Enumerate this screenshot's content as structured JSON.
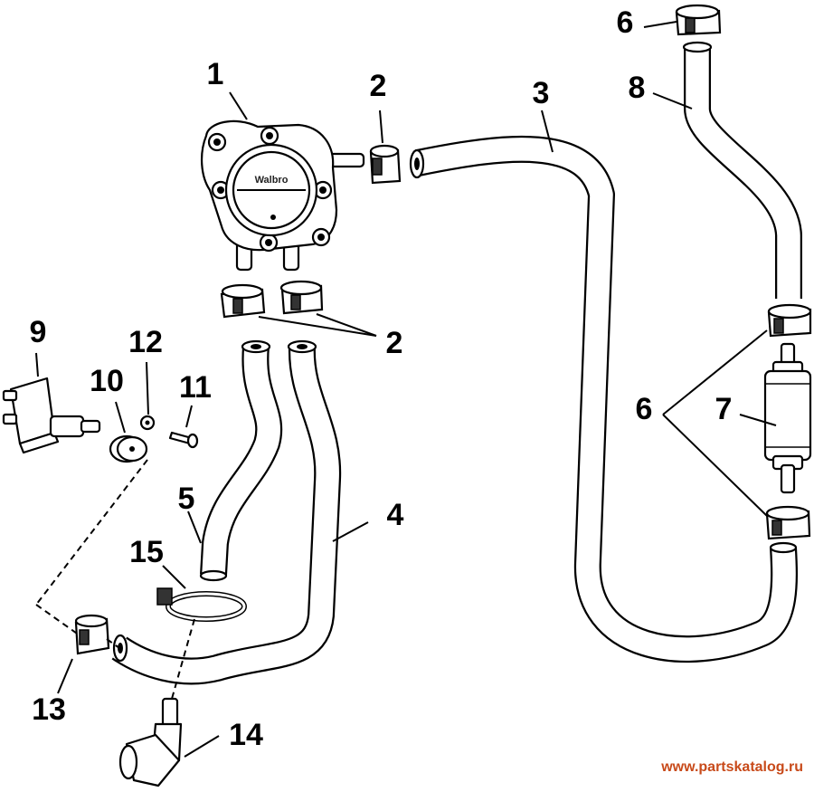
{
  "callouts": {
    "c1": "1",
    "c2a": "2",
    "c2b": "2",
    "c3": "3",
    "c4": "4",
    "c5": "5",
    "c6a": "6",
    "c6b": "6",
    "c7": "7",
    "c8": "8",
    "c9": "9",
    "c10": "10",
    "c11": "11",
    "c12": "12",
    "c13": "13",
    "c14": "14",
    "c15": "15"
  },
  "pump_brand": "Walbro",
  "watermark": "www.partskatalog.ru",
  "colors": {
    "line": "#000000",
    "background": "#ffffff",
    "watermark": "#c84a1a"
  }
}
